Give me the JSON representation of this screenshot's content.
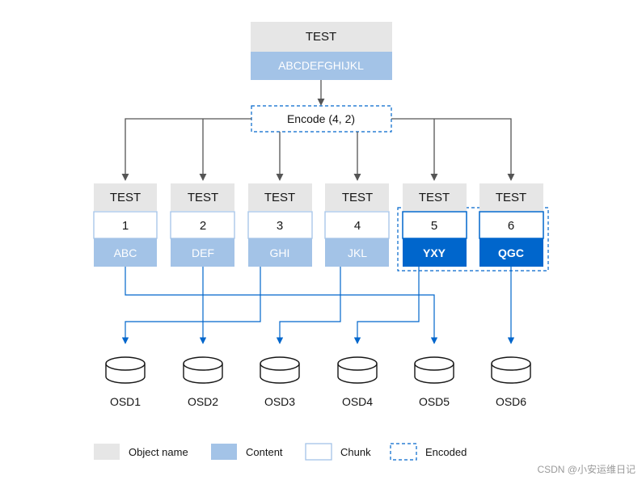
{
  "object": {
    "name": "TEST",
    "content": "ABCDEFGHIJKL"
  },
  "encoder": {
    "label": "Encode (4, 2)"
  },
  "chunks": [
    {
      "name": "TEST",
      "index": "1",
      "content": "ABC",
      "encoded": false
    },
    {
      "name": "TEST",
      "index": "2",
      "content": "DEF",
      "encoded": false
    },
    {
      "name": "TEST",
      "index": "3",
      "content": "GHI",
      "encoded": false
    },
    {
      "name": "TEST",
      "index": "4",
      "content": "JKL",
      "encoded": false
    },
    {
      "name": "TEST",
      "index": "5",
      "content": "YXY",
      "encoded": true
    },
    {
      "name": "TEST",
      "index": "6",
      "content": "QGC",
      "encoded": true
    }
  ],
  "osds": [
    "OSD1",
    "OSD2",
    "OSD3",
    "OSD4",
    "OSD5",
    "OSD6"
  ],
  "legend": {
    "object_name": "Object name",
    "content": "Content",
    "chunk": "Chunk",
    "encoded": "Encoded"
  },
  "watermark": "CSDN @小安运维日记",
  "colors": {
    "gray": "#e6e6e6",
    "light_blue": "#a3c3e7",
    "dark_blue": "#0066cc",
    "line_gray": "#555555",
    "line_blue": "#0066cc",
    "chunk_border": "#a3c3e7"
  }
}
